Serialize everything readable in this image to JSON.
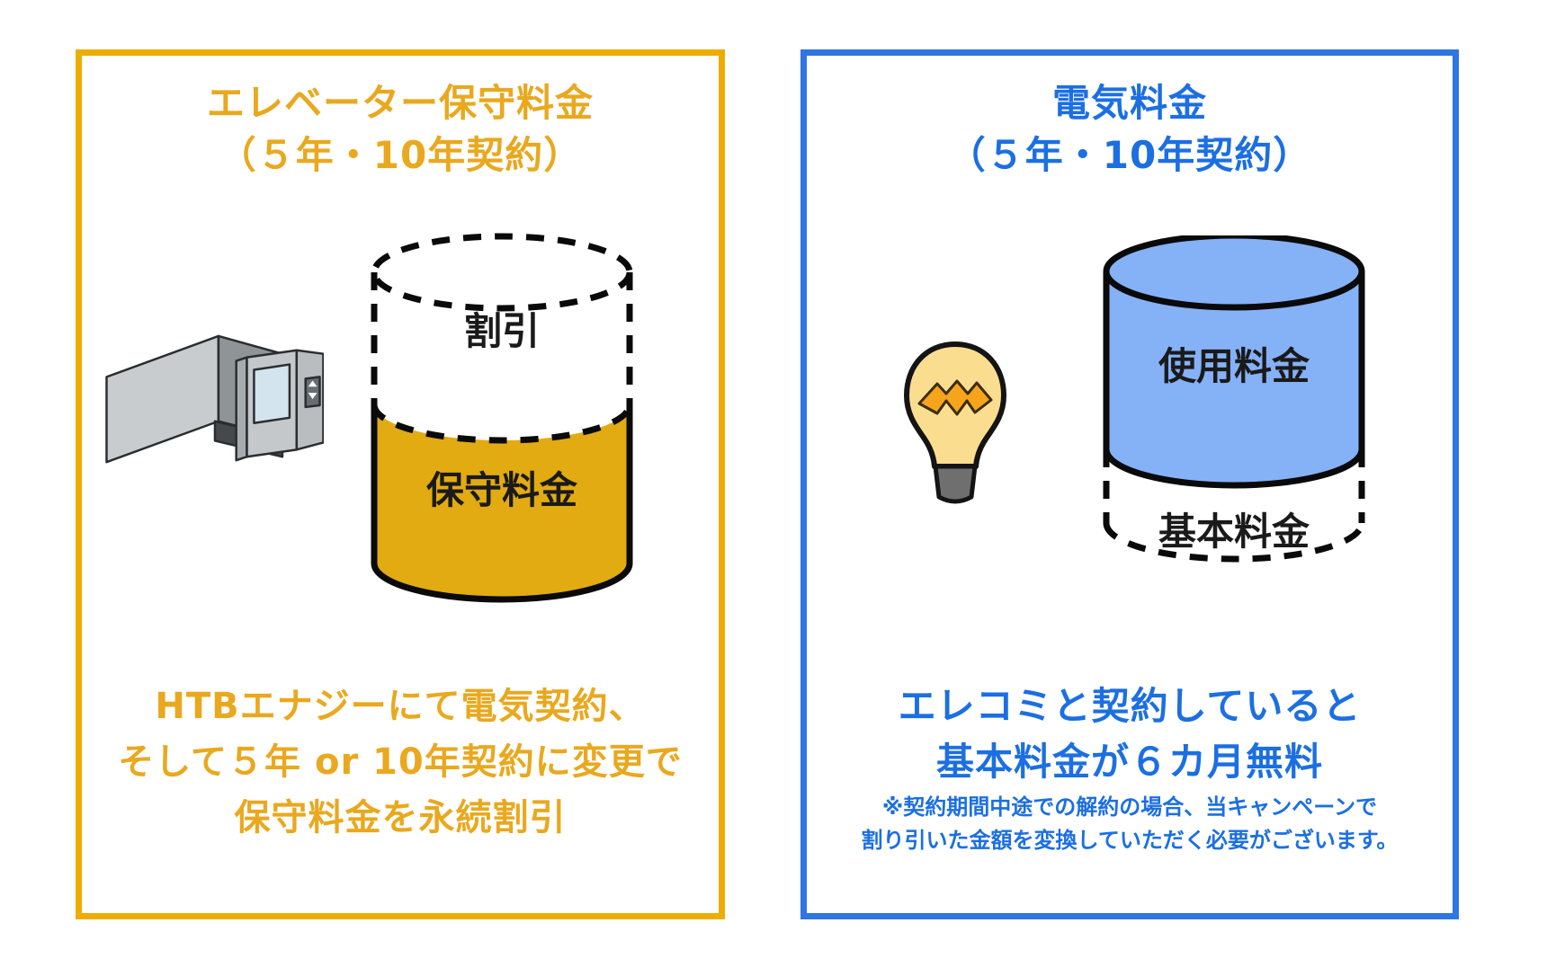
{
  "colors": {
    "gold_border": "#EFAC00",
    "gold_text": "#E9A81E",
    "gold_fill": "#E2AB12",
    "blue_border": "#2F75E3",
    "blue_text": "#1C6FE2",
    "blue_fill": "#85B1F7",
    "ink": "#1A1A1A"
  },
  "left_panel": {
    "title": {
      "line1": "エレベーター保守料金",
      "line2": "（５年・10年契約）"
    },
    "cylinder": {
      "top_segment_label": "割引",
      "bottom_segment_label": "保守料金"
    },
    "caption": {
      "line1": "HTBエナジーにて電気契約、",
      "line2": "そして５年 or 10年契約に変更で",
      "line3": "保守料金を永続割引"
    }
  },
  "right_panel": {
    "title": {
      "line1": "電気料金",
      "line2": "（５年・10年契約）"
    },
    "cylinder": {
      "top_segment_label": "使用料金",
      "bottom_segment_label": "基本料金"
    },
    "caption": {
      "line1": "エレコミと契約していると",
      "line2": "基本料金が６カ月無料"
    },
    "note": {
      "line1": "※契約期間中途での解約の場合、当キャンペーンで",
      "line2": "割り引いた金額を変換していただく必要がございます。"
    }
  }
}
